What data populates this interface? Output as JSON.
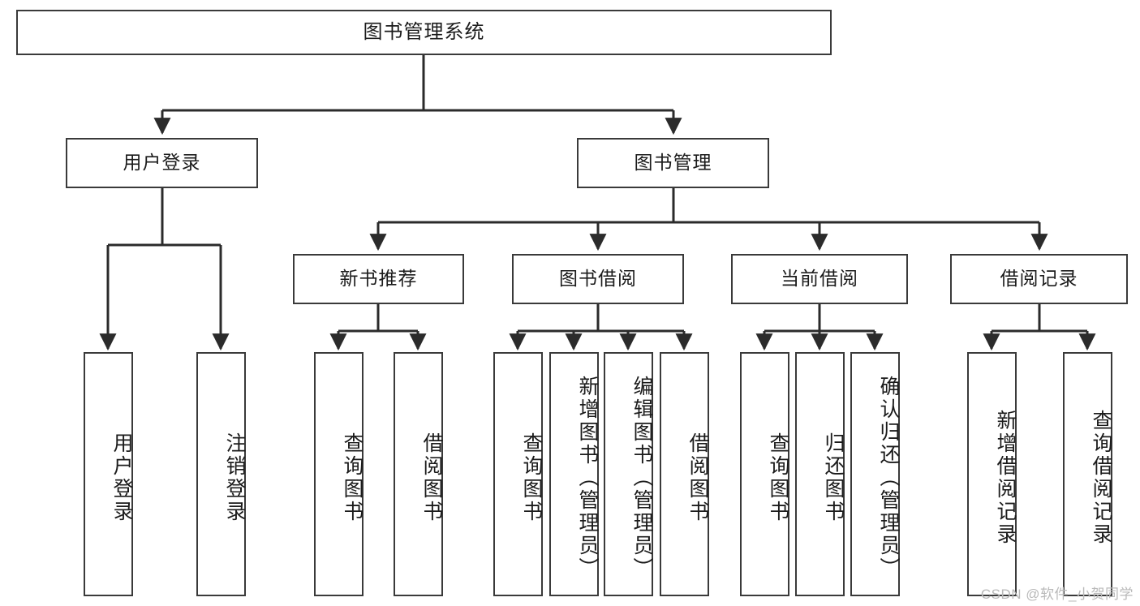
{
  "diagram": {
    "title": "图书管理系统",
    "type": "hierarchy-tree",
    "watermark": "CSDN @软件_小贺同学",
    "colors": {
      "box_border": "#3a3a3a",
      "box_fill": "#ffffff",
      "connector": "#2b2b2b",
      "text": "#1b1b1b",
      "watermark": "#b9b9b9"
    }
  },
  "nodes": {
    "root": {
      "label": "图书管理系统"
    },
    "level2": [
      {
        "label": "用户登录"
      },
      {
        "label": "图书管理"
      }
    ],
    "level3": [
      {
        "label": "新书推荐"
      },
      {
        "label": "图书借阅"
      },
      {
        "label": "当前借阅"
      },
      {
        "label": "借阅记录"
      }
    ],
    "leaves": {
      "user_login": [
        {
          "label": "用户登录"
        },
        {
          "label": "注销登录"
        }
      ],
      "new_book_recommend": [
        {
          "label": "查询图书"
        },
        {
          "label": "借阅图书"
        }
      ],
      "book_borrow": [
        {
          "label": "查询图书"
        },
        {
          "label": "新增图书（管理员）"
        },
        {
          "label": "编辑图书（管理员）"
        },
        {
          "label": "借阅图书"
        }
      ],
      "current_borrow": [
        {
          "label": "查询图书"
        },
        {
          "label": "归还图书"
        },
        {
          "label": "确认归还（管理员）"
        }
      ],
      "borrow_record": [
        {
          "label": "新增借阅记录"
        },
        {
          "label": "查询借阅记录"
        }
      ]
    }
  }
}
